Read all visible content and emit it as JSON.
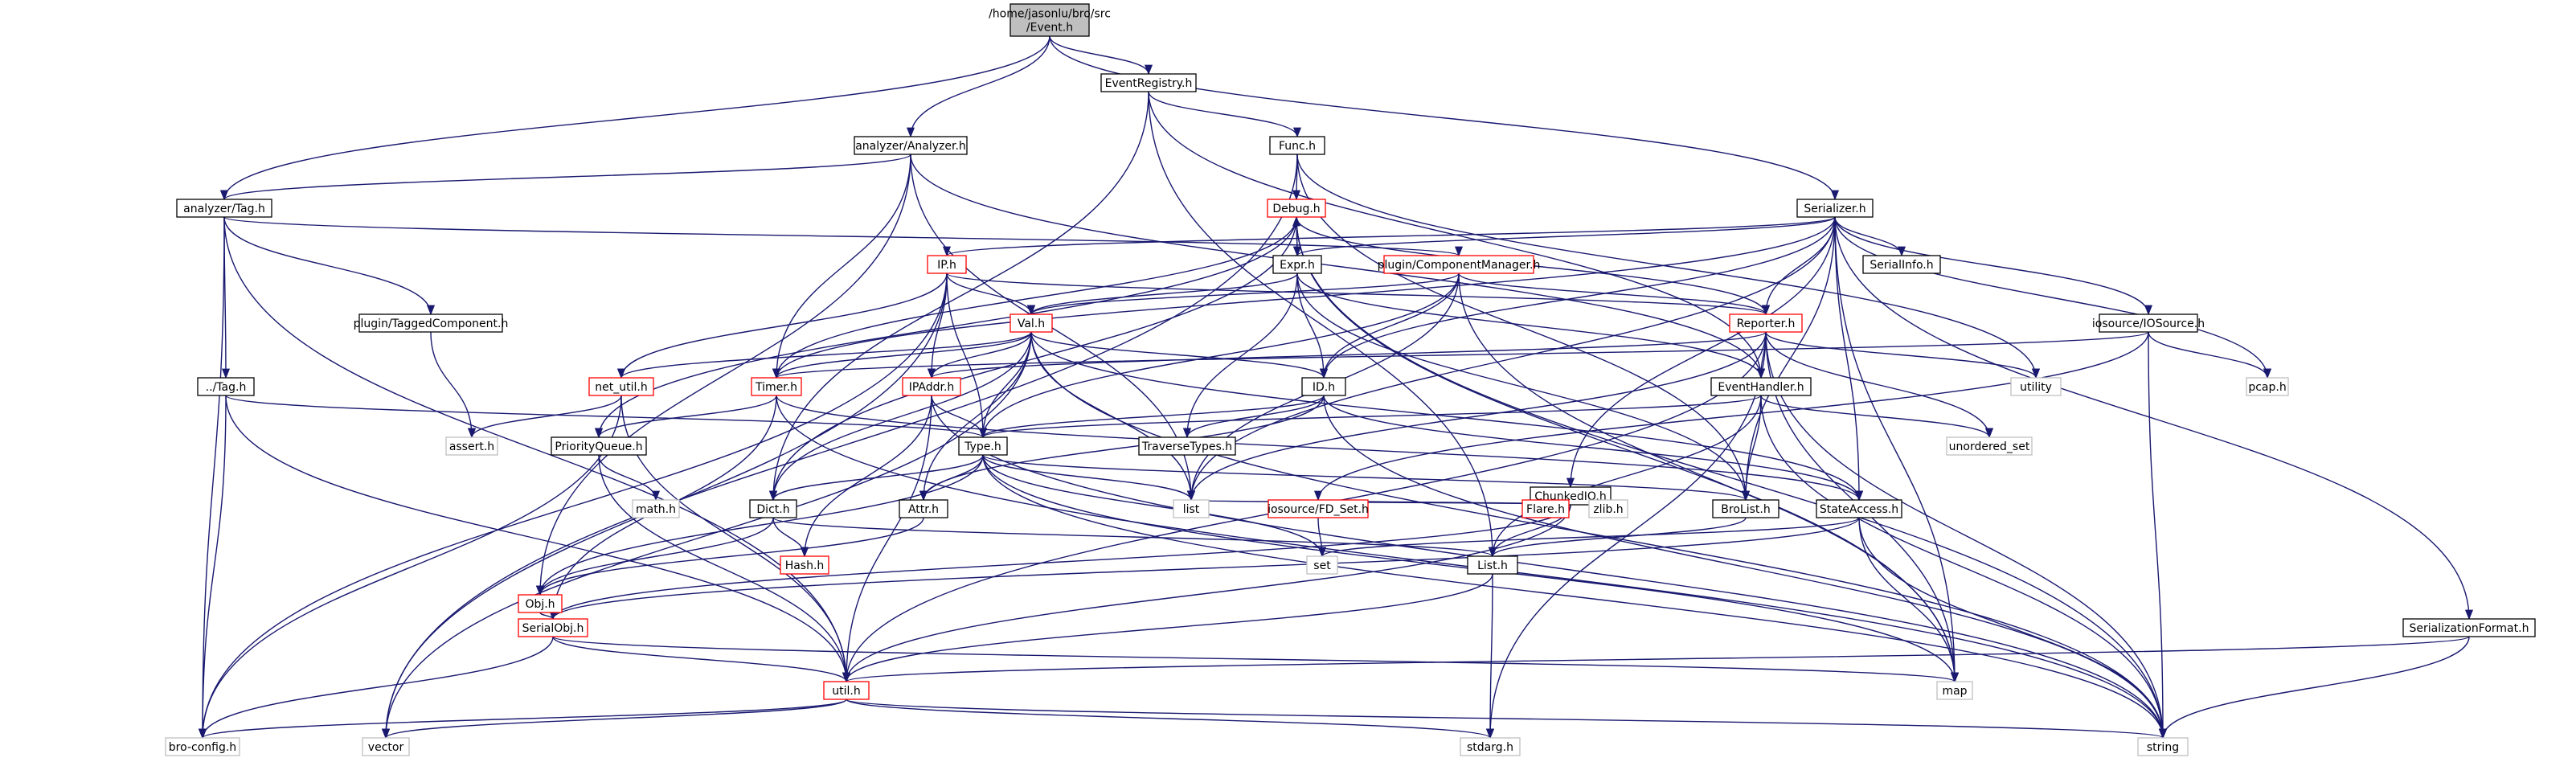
{
  "colors": {
    "root_fill": "#bfbfbf",
    "normal_border": "#000000",
    "missing_border": "#bfbfbf",
    "truncated_border": "#ff0000",
    "edge": "#191970",
    "label": "#000000"
  },
  "nodes": [
    {
      "id": "event",
      "lines": [
        "/home/jasonlu/bro/src",
        "/Event.h"
      ],
      "kind": "root"
    },
    {
      "id": "eventregistry",
      "lines": [
        "EventRegistry.h"
      ],
      "kind": "normal"
    },
    {
      "id": "analyzer",
      "lines": [
        "analyzer/Analyzer.h"
      ],
      "kind": "normal"
    },
    {
      "id": "func",
      "lines": [
        "Func.h"
      ],
      "kind": "normal"
    },
    {
      "id": "serializer",
      "lines": [
        "Serializer.h"
      ],
      "kind": "normal"
    },
    {
      "id": "analyzertag",
      "lines": [
        "analyzer/Tag.h"
      ],
      "kind": "normal"
    },
    {
      "id": "debug",
      "lines": [
        "Debug.h"
      ],
      "kind": "truncated"
    },
    {
      "id": "ip",
      "lines": [
        "IP.h"
      ],
      "kind": "truncated"
    },
    {
      "id": "expr",
      "lines": [
        "Expr.h"
      ],
      "kind": "normal"
    },
    {
      "id": "compmgr",
      "lines": [
        "plugin/ComponentManager.h"
      ],
      "kind": "truncated"
    },
    {
      "id": "serialinfo",
      "lines": [
        "SerialInfo.h"
      ],
      "kind": "normal"
    },
    {
      "id": "tagged",
      "lines": [
        "plugin/TaggedComponent.h"
      ],
      "kind": "normal"
    },
    {
      "id": "val",
      "lines": [
        "Val.h"
      ],
      "kind": "truncated"
    },
    {
      "id": "reporter",
      "lines": [
        "Reporter.h"
      ],
      "kind": "truncated"
    },
    {
      "id": "iosource",
      "lines": [
        "iosource/IOSource.h"
      ],
      "kind": "normal"
    },
    {
      "id": "dottag",
      "lines": [
        "../Tag.h"
      ],
      "kind": "normal"
    },
    {
      "id": "netutil",
      "lines": [
        "net_util.h"
      ],
      "kind": "truncated"
    },
    {
      "id": "timer",
      "lines": [
        "Timer.h"
      ],
      "kind": "truncated"
    },
    {
      "id": "ipaddr",
      "lines": [
        "IPAddr.h"
      ],
      "kind": "truncated"
    },
    {
      "id": "idh",
      "lines": [
        "ID.h"
      ],
      "kind": "normal"
    },
    {
      "id": "eventhandler",
      "lines": [
        "EventHandler.h"
      ],
      "kind": "normal"
    },
    {
      "id": "utility",
      "lines": [
        "utility"
      ],
      "kind": "missing"
    },
    {
      "id": "pcap",
      "lines": [
        "pcap.h"
      ],
      "kind": "missing"
    },
    {
      "id": "assert",
      "lines": [
        "assert.h"
      ],
      "kind": "missing"
    },
    {
      "id": "prioq",
      "lines": [
        "PriorityQueue.h"
      ],
      "kind": "normal"
    },
    {
      "id": "type",
      "lines": [
        "Type.h"
      ],
      "kind": "normal"
    },
    {
      "id": "traverse",
      "lines": [
        "TraverseTypes.h"
      ],
      "kind": "normal"
    },
    {
      "id": "unordset",
      "lines": [
        "unordered_set"
      ],
      "kind": "missing"
    },
    {
      "id": "chunked",
      "lines": [
        "ChunkedIO.h"
      ],
      "kind": "normal"
    },
    {
      "id": "mathh",
      "lines": [
        "math.h"
      ],
      "kind": "missing"
    },
    {
      "id": "dict",
      "lines": [
        "Dict.h"
      ],
      "kind": "normal"
    },
    {
      "id": "attr",
      "lines": [
        "Attr.h"
      ],
      "kind": "normal"
    },
    {
      "id": "list",
      "lines": [
        "list"
      ],
      "kind": "missing"
    },
    {
      "id": "fdset",
      "lines": [
        "iosource/FD_Set.h"
      ],
      "kind": "truncated"
    },
    {
      "id": "flare",
      "lines": [
        "Flare.h"
      ],
      "kind": "truncated"
    },
    {
      "id": "zlib",
      "lines": [
        "zlib.h"
      ],
      "kind": "missing"
    },
    {
      "id": "brolist",
      "lines": [
        "BroList.h"
      ],
      "kind": "normal"
    },
    {
      "id": "stateaccess",
      "lines": [
        "StateAccess.h"
      ],
      "kind": "normal"
    },
    {
      "id": "hash",
      "lines": [
        "Hash.h"
      ],
      "kind": "truncated"
    },
    {
      "id": "obj",
      "lines": [
        "Obj.h"
      ],
      "kind": "truncated"
    },
    {
      "id": "set",
      "lines": [
        "set"
      ],
      "kind": "missing"
    },
    {
      "id": "listh",
      "lines": [
        "List.h"
      ],
      "kind": "normal"
    },
    {
      "id": "serialobj",
      "lines": [
        "SerialObj.h"
      ],
      "kind": "truncated"
    },
    {
      "id": "serfmt",
      "lines": [
        "SerializationFormat.h"
      ],
      "kind": "normal"
    },
    {
      "id": "util",
      "lines": [
        "util.h"
      ],
      "kind": "truncated"
    },
    {
      "id": "map",
      "lines": [
        "map"
      ],
      "kind": "missing"
    },
    {
      "id": "broconfig",
      "lines": [
        "bro-config.h"
      ],
      "kind": "missing"
    },
    {
      "id": "vector",
      "lines": [
        "vector"
      ],
      "kind": "missing"
    },
    {
      "id": "stdarg",
      "lines": [
        "stdarg.h"
      ],
      "kind": "missing"
    },
    {
      "id": "string",
      "lines": [
        "string"
      ],
      "kind": "missing"
    }
  ],
  "edges": [
    [
      "event",
      "eventregistry"
    ],
    [
      "event",
      "analyzer"
    ],
    [
      "event",
      "serializer"
    ],
    [
      "event",
      "analyzertag"
    ],
    [
      "eventregistry",
      "func"
    ],
    [
      "eventregistry",
      "listh"
    ],
    [
      "eventregistry",
      "eventhandler"
    ],
    [
      "eventregistry",
      "dict"
    ],
    [
      "analyzer",
      "analyzertag"
    ],
    [
      "analyzer",
      "timer"
    ],
    [
      "analyzer",
      "list"
    ],
    [
      "analyzer",
      "eventhandler"
    ],
    [
      "analyzer",
      "obj"
    ],
    [
      "func",
      "debug"
    ],
    [
      "func",
      "utility"
    ],
    [
      "func",
      "brolist"
    ],
    [
      "func",
      "vector"
    ],
    [
      "serializer",
      "serialinfo"
    ],
    [
      "serializer",
      "iosource"
    ],
    [
      "serializer",
      "reporter"
    ],
    [
      "serializer",
      "chunked"
    ],
    [
      "serializer",
      "expr"
    ],
    [
      "serializer",
      "idh"
    ],
    [
      "serializer",
      "ip"
    ],
    [
      "serializer",
      "timer"
    ],
    [
      "serializer",
      "stateaccess"
    ],
    [
      "serializer",
      "serfmt"
    ],
    [
      "serializer",
      "map"
    ],
    [
      "serializer",
      "pcap"
    ],
    [
      "serializer",
      "list"
    ],
    [
      "serializer",
      "brolist"
    ],
    [
      "analyzertag",
      "tagged"
    ],
    [
      "analyzertag",
      "dottag"
    ],
    [
      "analyzertag",
      "compmgr"
    ],
    [
      "analyzertag",
      "util"
    ],
    [
      "analyzertag",
      "broconfig"
    ],
    [
      "debug",
      "expr"
    ],
    [
      "debug",
      "prioq"
    ],
    [
      "debug",
      "timer"
    ],
    [
      "debug",
      "dict"
    ],
    [
      "debug",
      "reporter"
    ],
    [
      "debug",
      "map"
    ],
    [
      "debug",
      "string"
    ],
    [
      "ip",
      "val"
    ],
    [
      "ip",
      "ipaddr"
    ],
    [
      "ip",
      "type"
    ],
    [
      "ip",
      "netutil"
    ],
    [
      "ip",
      "reporter"
    ],
    [
      "ip",
      "vector"
    ],
    [
      "ip",
      "broconfig"
    ],
    [
      "expr",
      "val"
    ],
    [
      "expr",
      "idh"
    ],
    [
      "expr",
      "traverse"
    ],
    [
      "expr",
      "eventhandler"
    ],
    [
      "expr",
      "brolist"
    ],
    [
      "expr",
      "debug"
    ],
    [
      "compmgr",
      "reporter"
    ],
    [
      "compmgr",
      "idh"
    ],
    [
      "compmgr",
      "type"
    ],
    [
      "compmgr",
      "list"
    ],
    [
      "compmgr",
      "map"
    ],
    [
      "compmgr",
      "val"
    ],
    [
      "tagged",
      "assert"
    ],
    [
      "val",
      "netutil"
    ],
    [
      "val",
      "timer"
    ],
    [
      "val",
      "ipaddr"
    ],
    [
      "val",
      "idh"
    ],
    [
      "val",
      "type"
    ],
    [
      "val",
      "dict"
    ],
    [
      "val",
      "attr"
    ],
    [
      "val",
      "list"
    ],
    [
      "val",
      "stateaccess"
    ],
    [
      "val",
      "vector"
    ],
    [
      "val",
      "string"
    ],
    [
      "reporter",
      "eventhandler"
    ],
    [
      "reporter",
      "utility"
    ],
    [
      "reporter",
      "unordset"
    ],
    [
      "reporter",
      "list"
    ],
    [
      "reporter",
      "util"
    ],
    [
      "reporter",
      "map"
    ],
    [
      "reporter",
      "stdarg"
    ],
    [
      "reporter",
      "string"
    ],
    [
      "reporter",
      "ipaddr"
    ],
    [
      "iosource",
      "fdset"
    ],
    [
      "iosource",
      "pcap"
    ],
    [
      "iosource",
      "string"
    ],
    [
      "iosource",
      "timer"
    ],
    [
      "dottag",
      "type"
    ],
    [
      "dottag",
      "util"
    ],
    [
      "dottag",
      "broconfig"
    ],
    [
      "netutil",
      "assert"
    ],
    [
      "netutil",
      "util"
    ],
    [
      "netutil",
      "broconfig"
    ],
    [
      "timer",
      "prioq"
    ],
    [
      "timer",
      "serialobj"
    ],
    [
      "timer",
      "string"
    ],
    [
      "timer",
      "stateaccess"
    ],
    [
      "ipaddr",
      "type"
    ],
    [
      "ipaddr",
      "hash"
    ],
    [
      "ipaddr",
      "util"
    ],
    [
      "ipaddr",
      "string"
    ],
    [
      "idh",
      "type"
    ],
    [
      "idh",
      "attr"
    ],
    [
      "idh",
      "traverse"
    ],
    [
      "idh",
      "stateaccess"
    ],
    [
      "idh",
      "string"
    ],
    [
      "eventhandler",
      "type"
    ],
    [
      "eventhandler",
      "brolist"
    ],
    [
      "eventhandler",
      "listh"
    ],
    [
      "eventhandler",
      "unordset"
    ],
    [
      "eventhandler",
      "string"
    ],
    [
      "prioq",
      "mathh"
    ],
    [
      "prioq",
      "util"
    ],
    [
      "type",
      "dict"
    ],
    [
      "type",
      "attr"
    ],
    [
      "type",
      "list"
    ],
    [
      "type",
      "obj"
    ],
    [
      "type",
      "set"
    ],
    [
      "type",
      "map"
    ],
    [
      "type",
      "string"
    ],
    [
      "type",
      "brolist"
    ],
    [
      "chunked",
      "flare"
    ],
    [
      "chunked",
      "fdset"
    ],
    [
      "chunked",
      "zlib"
    ],
    [
      "chunked",
      "list"
    ],
    [
      "chunked",
      "listh"
    ],
    [
      "chunked",
      "util"
    ],
    [
      "chunked",
      "serialobj"
    ],
    [
      "dict",
      "hash"
    ],
    [
      "dict",
      "listh"
    ],
    [
      "dict",
      "obj"
    ],
    [
      "attr",
      "obj"
    ],
    [
      "fdset",
      "set"
    ],
    [
      "brolist",
      "listh"
    ],
    [
      "stateaccess",
      "map"
    ],
    [
      "stateaccess",
      "set"
    ],
    [
      "stateaccess",
      "string"
    ],
    [
      "stateaccess",
      "serialobj"
    ],
    [
      "obj",
      "serialobj"
    ],
    [
      "listh",
      "stdarg"
    ],
    [
      "listh",
      "util"
    ],
    [
      "serialobj",
      "util"
    ],
    [
      "serialobj",
      "map"
    ],
    [
      "serialobj",
      "broconfig"
    ],
    [
      "serfmt",
      "util"
    ],
    [
      "serfmt",
      "string"
    ],
    [
      "util",
      "broconfig"
    ],
    [
      "util",
      "vector"
    ],
    [
      "util",
      "stdarg"
    ],
    [
      "util",
      "string"
    ]
  ]
}
